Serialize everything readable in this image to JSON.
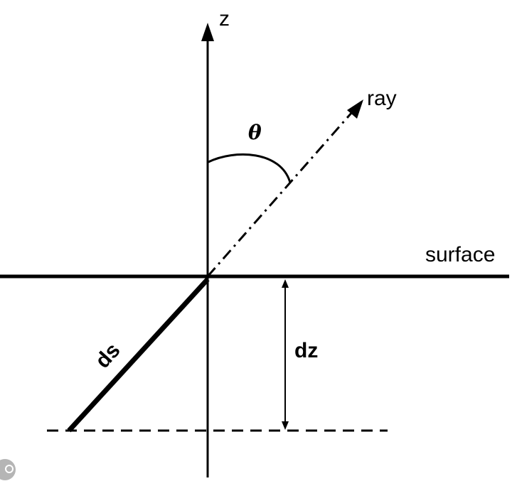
{
  "labels": {
    "z_axis": "z",
    "ray": "ray",
    "angle": "θ",
    "surface": "surface",
    "path_segment": "ds",
    "depth_segment": "dz"
  },
  "colors": {
    "ink": "#000000",
    "background": "#ffffff",
    "badge": "#b5b5b5"
  },
  "icons": {
    "corner_badge": "link-icon"
  }
}
